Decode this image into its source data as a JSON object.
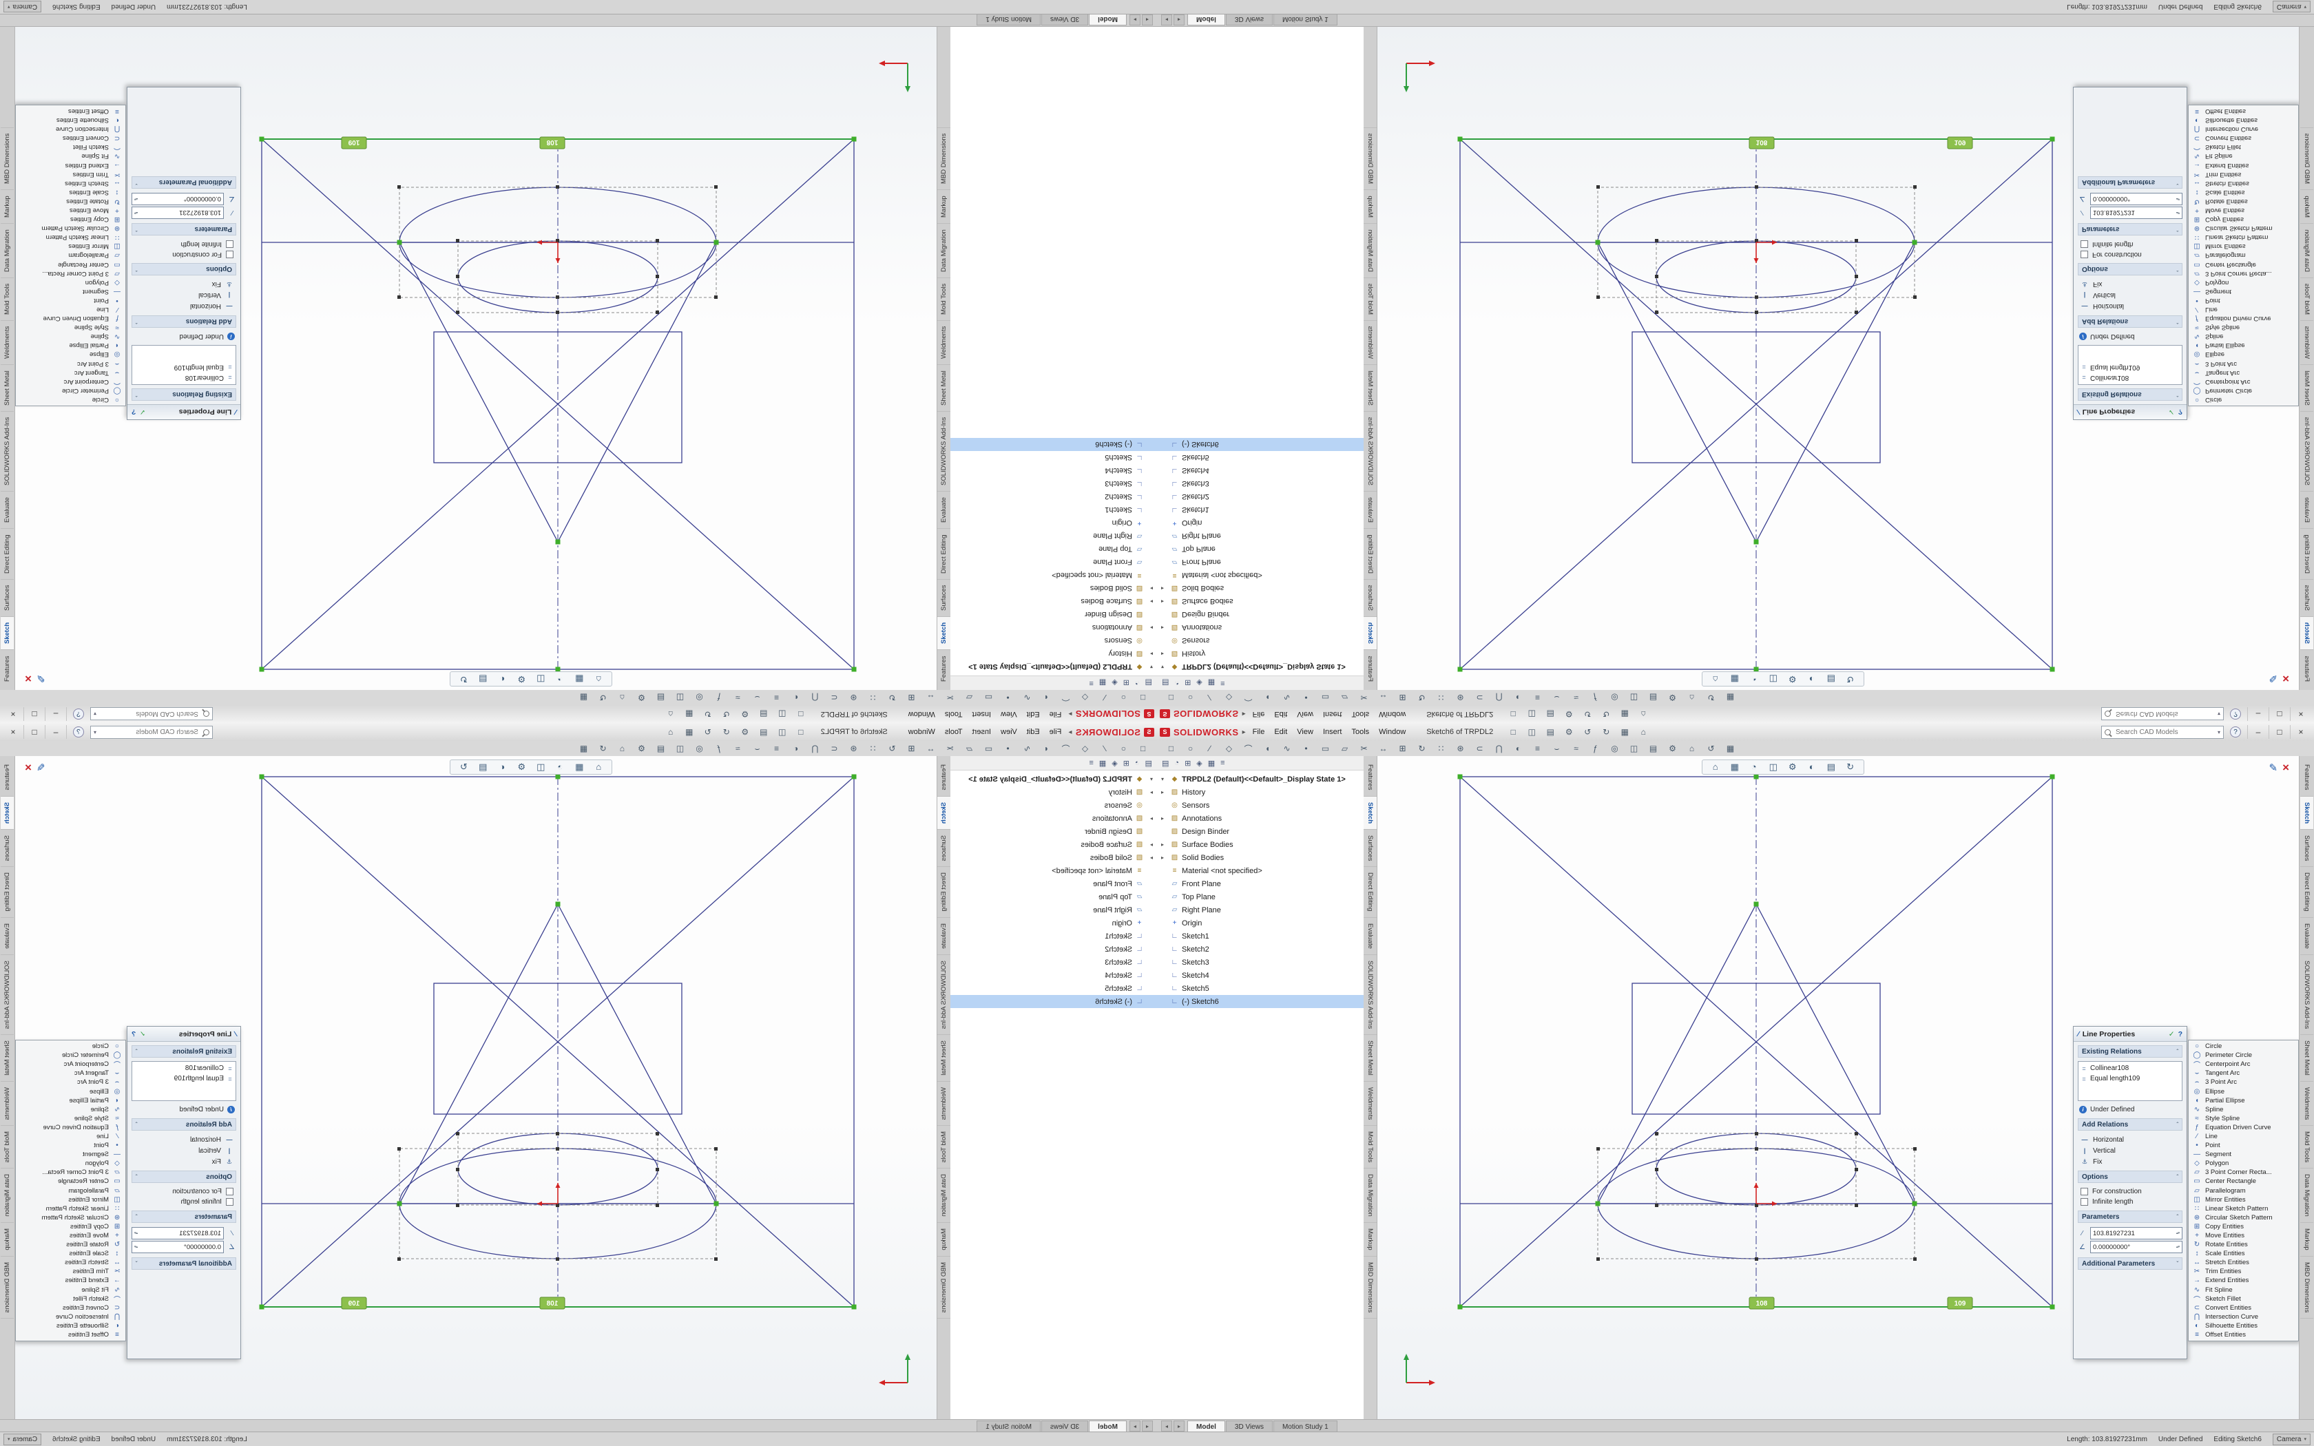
{
  "colors": {
    "logo_red": "#cf2029",
    "sketch_blue": "#3a3f8f",
    "selected_green": "#2e9e3e",
    "badge_green": "#8cc04c",
    "marker_green": "#3fae2a"
  },
  "window": {
    "menu_bar": {
      "logo_flag": "S",
      "logo_text": "SOLIDWORKS",
      "logo_arrow": "▸",
      "menus": [
        "File",
        "Edit",
        "View",
        "Insert",
        "Tools",
        "Window"
      ],
      "document_title": "Sketch6 of TRPDL2",
      "qat_icons": [
        "□",
        "◫",
        "▤",
        "⚙",
        "↺",
        "↻",
        "▦",
        "⌂"
      ],
      "search_placeholder": "Search CAD Models",
      "search_caret": "▾",
      "help_label": "?",
      "window_buttons": [
        "–",
        "□",
        "×"
      ]
    },
    "toolbar_icons": [
      "□",
      "○",
      "∕",
      "◇",
      "⌒",
      "◖",
      "∿",
      "•",
      "▭",
      "▱",
      "✂",
      "↔",
      "⊞",
      "↻",
      "∷",
      "⊛",
      "⊂",
      "⋂",
      "◐",
      "≡",
      "⌣",
      "≈",
      "ƒ",
      "◎",
      "◫",
      "▤",
      "⚙",
      "⌂",
      "↺",
      "▦"
    ],
    "commandmanager_tabs": [
      "Features",
      "Sketch",
      "Surfaces",
      "Direct Editing",
      "Evaluate",
      "SOLIDWORKS Add-Ins",
      "Sheet Metal",
      "Weldments",
      "Mold Tools",
      "Data Migration",
      "Markup",
      "MBD Dimensions"
    ],
    "fm_tab_icons": [
      "▤",
      "◔",
      "⊞",
      "◈",
      "▦",
      "≡"
    ],
    "feature_tree": {
      "items": [
        {
          "twisty": "▾",
          "glyph": "◆",
          "label": "TRPDL2 (Default)<<Default>_Display State 1>"
        },
        {
          "twisty": "▸",
          "glyph": "▨",
          "label": "History"
        },
        {
          "twisty": "",
          "glyph": "◎",
          "label": "Sensors"
        },
        {
          "twisty": "▸",
          "glyph": "▨",
          "label": "Annotations"
        },
        {
          "twisty": "",
          "glyph": "▨",
          "label": "Design Binder"
        },
        {
          "twisty": "▸",
          "glyph": "▨",
          "label": "Surface Bodies"
        },
        {
          "twisty": "▸",
          "glyph": "▨",
          "label": "Solid Bodies"
        },
        {
          "twisty": "",
          "glyph": "≡",
          "label": "Material <not specified>"
        },
        {
          "twisty": "",
          "glyph": "▱",
          "label": "Front Plane"
        },
        {
          "twisty": "",
          "glyph": "▱",
          "label": "Top Plane"
        },
        {
          "twisty": "",
          "glyph": "▱",
          "label": "Right Plane"
        },
        {
          "twisty": "",
          "glyph": "+",
          "label": "Origin"
        },
        {
          "twisty": "",
          "glyph": "∟",
          "label": "Sketch1"
        },
        {
          "twisty": "",
          "glyph": "∟",
          "label": "Sketch2"
        },
        {
          "twisty": "",
          "glyph": "∟",
          "label": "Sketch3"
        },
        {
          "twisty": "",
          "glyph": "∟",
          "label": "Sketch4"
        },
        {
          "twisty": "",
          "glyph": "∟",
          "label": "Sketch5"
        },
        {
          "twisty": "",
          "glyph": "∟",
          "label": "(-) Sketch6"
        }
      ]
    },
    "headsup_icons": [
      "⌂",
      "▦",
      "◔",
      "◫",
      "⚙",
      "◐",
      "▤",
      "↻"
    ],
    "confirm_corner": {
      "exit_glyph": "✎",
      "cancel_glyph": "×"
    },
    "property_panel": {
      "title": "Line Properties",
      "title_icon": "∕",
      "check_glyph": "✓",
      "help_glyph": "?",
      "chevron_up": "ˆ",
      "chevron_down": "ˇ",
      "section_titles": {
        "existing": "Existing Relations",
        "add": "Add Relations",
        "options": "Options",
        "parameters": "Parameters",
        "additional": "Additional Parameters"
      },
      "existing_relations": [
        {
          "glyph": "=",
          "label": "Collinear108"
        },
        {
          "glyph": "=",
          "label": "Equal length109"
        }
      ],
      "info_glyph": "i",
      "status": "Under Defined",
      "add_relations": [
        {
          "glyph": "—",
          "label": "Horizontal"
        },
        {
          "glyph": "|",
          "label": "Vertical"
        },
        {
          "glyph": "⚓",
          "label": "Fix"
        }
      ],
      "options": [
        "For construction",
        "Infinite length"
      ],
      "parameters": [
        {
          "glyph": "∕",
          "value": "103.81927231"
        },
        {
          "glyph": "∠",
          "value": "0.00000000°"
        }
      ]
    },
    "tools_panel": {
      "items": [
        {
          "glyph": "○",
          "label": "Circle"
        },
        {
          "glyph": "◯",
          "label": "Perimeter Circle"
        },
        {
          "glyph": "⌒",
          "label": "Centerpoint Arc"
        },
        {
          "glyph": "⌣",
          "label": "Tangent Arc"
        },
        {
          "glyph": "⌢",
          "label": "3 Point Arc"
        },
        {
          "glyph": "◎",
          "label": "Ellipse"
        },
        {
          "glyph": "◖",
          "label": "Partial Ellipse"
        },
        {
          "glyph": "∿",
          "label": "Spline"
        },
        {
          "glyph": "≈",
          "label": "Style Spline"
        },
        {
          "glyph": "ƒ",
          "label": "Equation Driven Curve"
        },
        {
          "glyph": "∕",
          "label": "Line"
        },
        {
          "glyph": "•",
          "label": "Point"
        },
        {
          "glyph": "—",
          "label": "Segment"
        },
        {
          "glyph": "◇",
          "label": "Polygon"
        },
        {
          "glyph": "▱",
          "label": "3 Point Corner Recta..."
        },
        {
          "glyph": "▭",
          "label": "Center Rectangle"
        },
        {
          "glyph": "▱",
          "label": "Parallelogram"
        },
        {
          "glyph": "◫",
          "label": "Mirror Entities"
        },
        {
          "glyph": "∷",
          "label": "Linear Sketch Pattern"
        },
        {
          "glyph": "⊛",
          "label": "Circular Sketch Pattern"
        },
        {
          "glyph": "⊞",
          "label": "Copy Entities"
        },
        {
          "glyph": "+",
          "label": "Move Entities"
        },
        {
          "glyph": "↻",
          "label": "Rotate Entities"
        },
        {
          "glyph": "↕",
          "label": "Scale Entities"
        },
        {
          "glyph": "↔",
          "label": "Stretch Entities"
        },
        {
          "glyph": "✂",
          "label": "Trim Entities"
        },
        {
          "glyph": "→",
          "label": "Extend Entities"
        },
        {
          "glyph": "∿",
          "label": "Fit Spline"
        },
        {
          "glyph": "⌒",
          "label": "Sketch Fillet"
        },
        {
          "glyph": "⊂",
          "label": "Convert Entities"
        },
        {
          "glyph": "⋂",
          "label": "Intersection Curve"
        },
        {
          "glyph": "◐",
          "label": "Silhouette Entities"
        },
        {
          "glyph": "≡",
          "label": "Offset Entities"
        }
      ]
    },
    "bottom_tabs": {
      "arrows": [
        "◂",
        "▸"
      ],
      "tabs": [
        "Model",
        "3D Views",
        "Motion Study 1"
      ]
    },
    "status_bar": {
      "length_label": "Length: 103.81927231mm",
      "state_label": "Under Defined",
      "editing_label": "Editing Sketch6",
      "camera_label": "Camera",
      "camera_caret": "▾"
    },
    "sketch": {
      "badges": [
        "108",
        "109"
      ]
    }
  }
}
